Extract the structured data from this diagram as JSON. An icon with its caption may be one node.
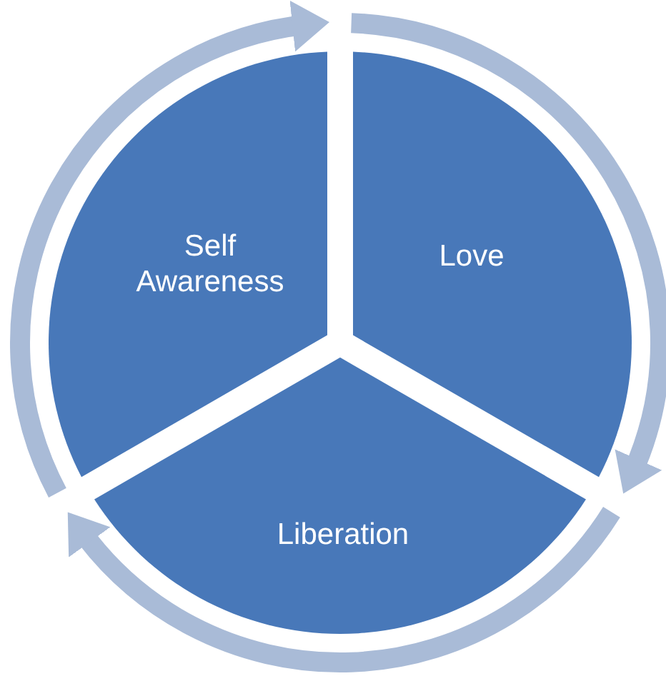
{
  "diagram": {
    "nodes": [
      {
        "text": [
          "Self Awareness"
        ]
      },
      {
        "text": [
          "Love"
        ]
      },
      {
        "text": [
          "Liberation"
        ]
      }
    ]
  }
}
